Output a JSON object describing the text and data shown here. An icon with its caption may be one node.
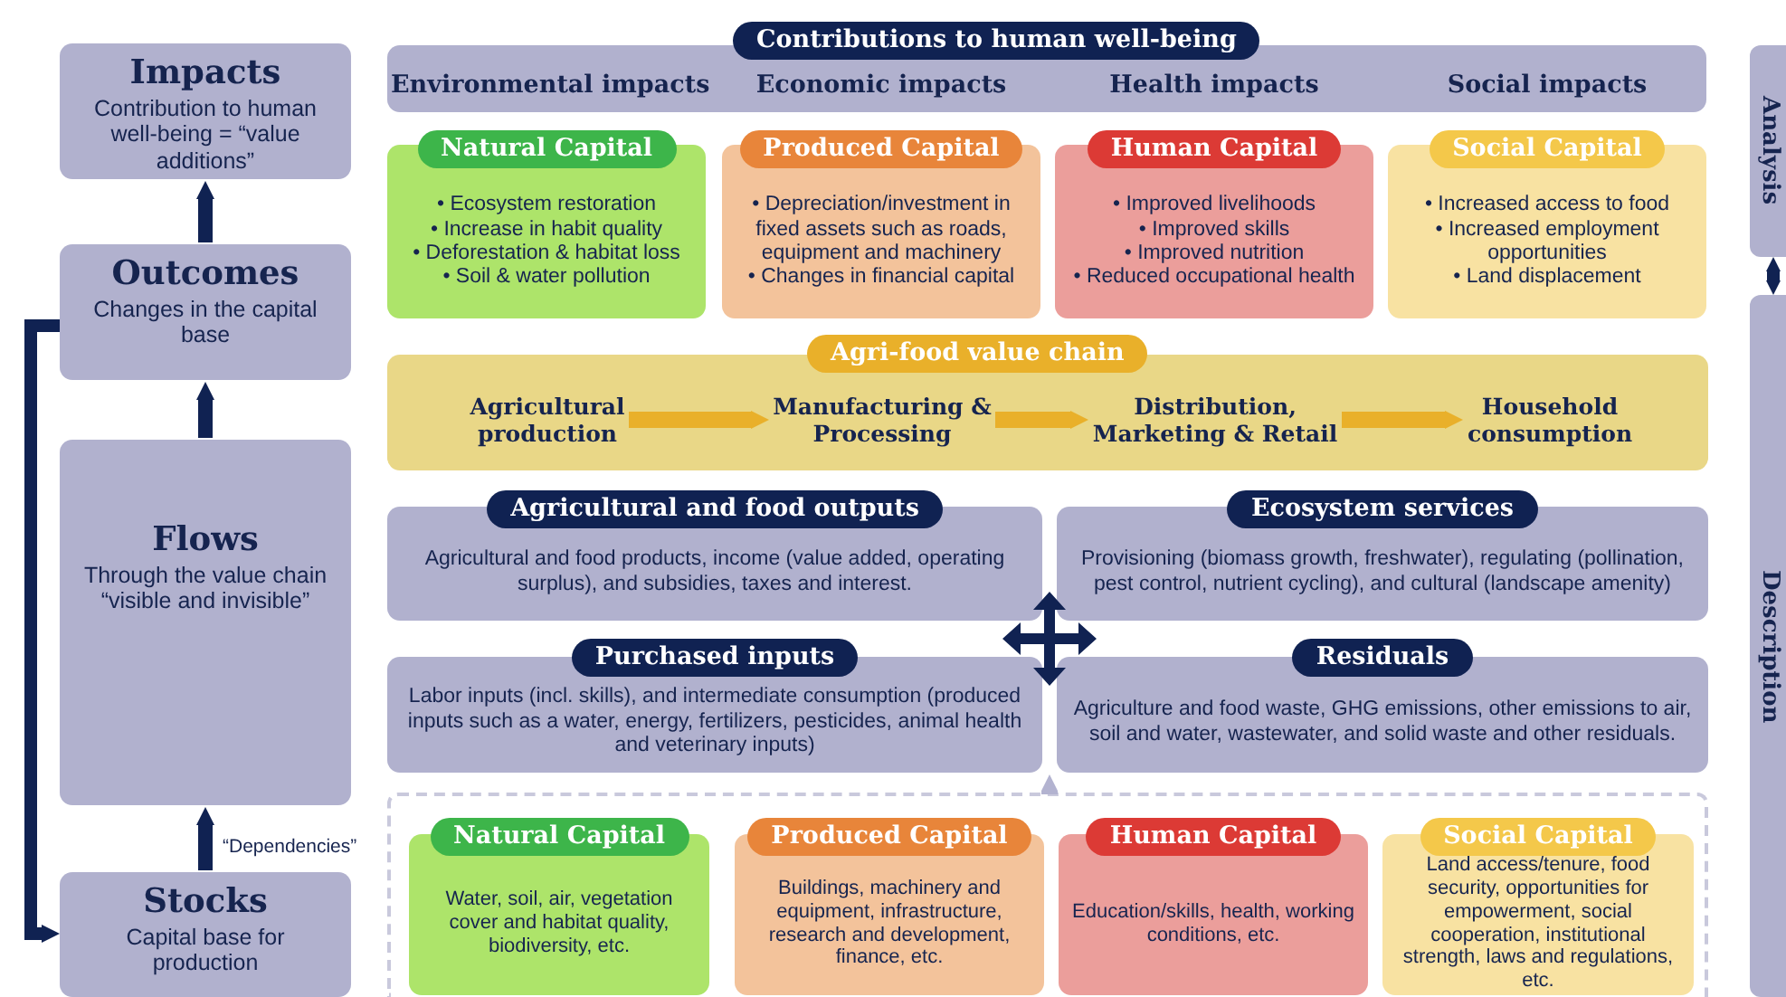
{
  "diagram": {
    "nodes": [
      {
        "text": [
          "Impacts",
          "Contribution to human well-being = “value additions”"
        ]
      },
      {
        "text": [
          "Outcomes",
          "Changes in the capital base"
        ]
      },
      {
        "text": [
          "Flows",
          "Through the value chain “visible and invisible”"
        ]
      },
      {
        "text": [
          "Stocks",
          "Capital base for production"
        ]
      },
      {
        "text": [
          "Contributions to human well-being"
        ]
      },
      {
        "text": [
          "Environmental impacts"
        ],
        "in": 4
      },
      {
        "text": [
          "Economic impacts"
        ],
        "in": 4
      },
      {
        "text": [
          "Health impacts"
        ],
        "in": 4
      },
      {
        "text": [
          "Social impacts"
        ],
        "in": 4
      },
      {
        "text": [
          "Natural Capital",
          "• Ecosystem restoration",
          "• Increase in habit quality",
          "• Deforestation & habitat loss",
          "• Soil & water pollution"
        ]
      },
      {
        "text": [
          "Produced Capital",
          "• Depreciation/investment in fixed assets such as roads, equipment and machinery",
          "• Changes in financial capital"
        ]
      },
      {
        "text": [
          "Human Capital",
          "• Improved livelihoods",
          "• Improved skills",
          "• Improved nutrition",
          "• Reduced occupational health"
        ]
      },
      {
        "text": [
          "Social Capital",
          "• Increased access to food",
          "• Increased employment opportunities",
          "• Land displacement"
        ]
      },
      {
        "text": [
          "Agri-food value chain"
        ]
      },
      {
        "text": [
          "Agricultural production"
        ],
        "in": 13
      },
      {
        "text": [
          "Manufacturing & Processing"
        ],
        "in": 13
      },
      {
        "text": [
          "Distribution, Marketing & Retail"
        ],
        "in": 13
      },
      {
        "text": [
          "Household consumption"
        ],
        "in": 13
      },
      {
        "text": [
          "Agricultural and food outputs",
          "Agricultural and food products, income (value added, operating surplus), and subsidies, taxes and interest."
        ]
      },
      {
        "text": [
          "Ecosystem services",
          "Provisioning (biomass growth, freshwater), regulating (pollination, pest control, nutrient cycling), and cultural (landscape amenity)"
        ]
      },
      {
        "text": [
          "Purchased inputs",
          "Labor inputs (incl. skills), and intermediate consumption (produced inputs such as a water, energy, fertilizers, pesticides, animal health and veterinary inputs)"
        ]
      },
      {
        "text": [
          "Residuals",
          "Agriculture and food waste, GHG emissions, other emissions to air, soil and water, wastewater, and solid waste and other residuals."
        ]
      },
      {
        "text": [],
        "shape": "box"
      },
      {
        "text": [
          "Natural Capital",
          "Water, soil, air, vegetation cover and habitat quality, biodiversity, etc."
        ],
        "in": 22
      },
      {
        "text": [
          "Produced Capital",
          "Buildings, machinery and equipment, infrastructure, research and development, finance, etc."
        ],
        "in": 22
      },
      {
        "text": [
          "Human Capital",
          "Education/skills, health, working conditions, etc."
        ],
        "in": 22
      },
      {
        "text": [
          "Social Capital",
          "Land access/tenure, food security, opportunities for empowerment, social cooperation, institutional strength, laws and regulations, etc."
        ],
        "in": 22
      },
      {
        "text": [
          "Analysis"
        ]
      },
      {
        "text": [
          "Description"
        ]
      }
    ],
    "edges": [
      {
        "from": 1,
        "to": 0,
        "arrow": "to"
      },
      {
        "from": 2,
        "to": 1,
        "arrow": "to"
      },
      {
        "from": 3,
        "to": 2,
        "arrow": "to",
        "label": "“Dependencies”"
      },
      {
        "from": 1,
        "to": 3,
        "arrow": "to"
      },
      {
        "from": 14,
        "to": 15,
        "arrow": "to",
        "color": "#e9b02a"
      },
      {
        "from": 15,
        "to": 16,
        "arrow": "to",
        "color": "#e9b02a"
      },
      {
        "from": 16,
        "to": 17,
        "arrow": "to",
        "color": "#e9b02a"
      },
      {
        "from": 22,
        "to": 20,
        "arrow": "to",
        "color": "#b3b3d0"
      },
      {
        "from": 22,
        "to": 21,
        "arrow": "to",
        "color": "#b3b3d0"
      },
      {
        "from": 27,
        "to": 28,
        "arrow": "both"
      }
    ]
  }
}
